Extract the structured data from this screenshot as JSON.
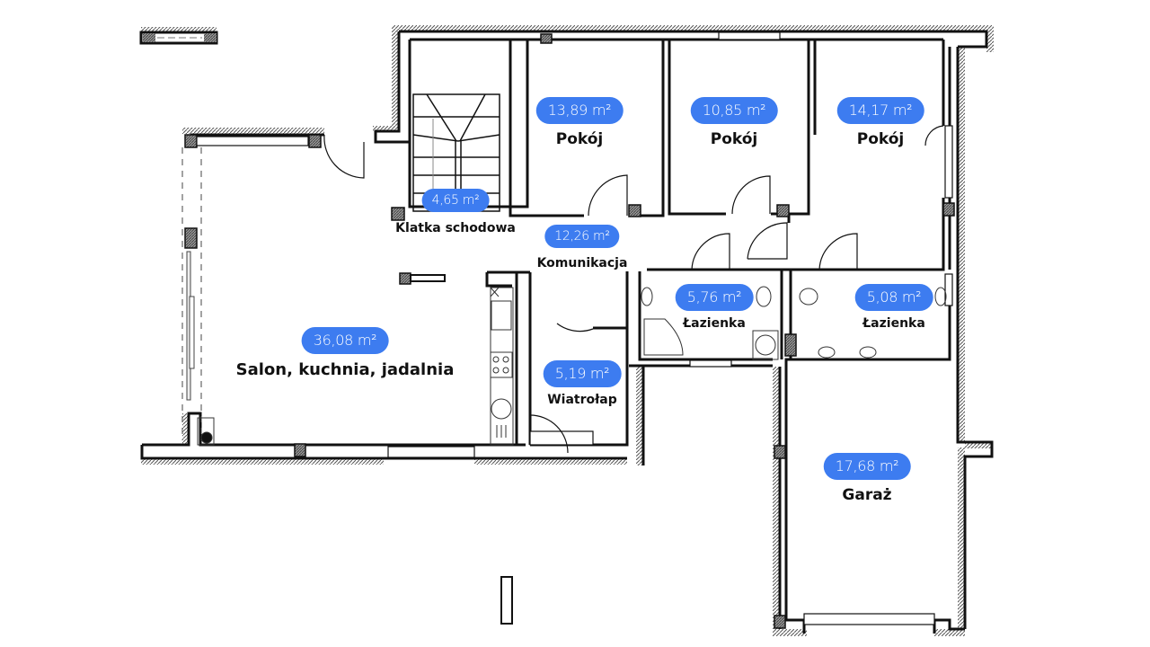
{
  "plan": {
    "accent_color": "#3d7cf0",
    "area_unit": "m²",
    "rooms": [
      {
        "name": "Salon, kuchnia, jadalnia",
        "area": "36,08 m²"
      },
      {
        "name": "Klatka schodowa",
        "area": "4,65 m²"
      },
      {
        "name": "Pokój",
        "area": "13,89 m²"
      },
      {
        "name": "Pokój",
        "area": "10,85 m²"
      },
      {
        "name": "Pokój",
        "area": "14,17 m²"
      },
      {
        "name": "Komunikacja",
        "area": "12,26 m²"
      },
      {
        "name": "Łazienka",
        "area": "5,76 m²"
      },
      {
        "name": "Łazienka",
        "area": "5,08 m²"
      },
      {
        "name": "Wiatrołap",
        "area": "5,19 m²"
      },
      {
        "name": "Garaż",
        "area": "17,68 m²"
      }
    ]
  }
}
